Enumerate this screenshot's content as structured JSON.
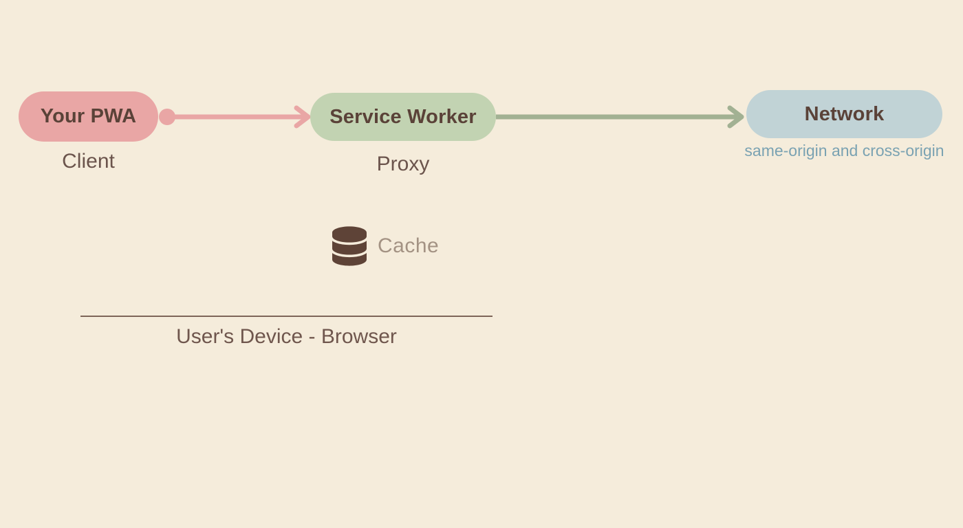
{
  "canvas": {
    "background": "#f5ecdb"
  },
  "nodes": {
    "pwa": {
      "label": "Your PWA",
      "sublabel": "Client",
      "fill": "#e9a6a5",
      "text_color": "#5a4238",
      "sublabel_color": "#6b544c"
    },
    "service_worker": {
      "label": "Service Worker",
      "sublabel": "Proxy",
      "fill": "#c2d3b2",
      "text_color": "#5a4238",
      "sublabel_color": "#6b544c"
    },
    "network": {
      "label": "Network",
      "sublabel": "same-origin and cross-origin",
      "fill": "#c1d3d6",
      "text_color": "#5a4238",
      "sublabel_color": "#7aa2b2"
    }
  },
  "arrows": {
    "pwa_to_service_worker": {
      "from": "Your PWA",
      "to": "Service Worker",
      "color": "#e9a6a5",
      "start_marker": "dot",
      "end_marker": "arrowhead"
    },
    "service_worker_to_network": {
      "from": "Service Worker",
      "to": "Network",
      "color": "#a2b193",
      "start_marker": "none",
      "end_marker": "arrowhead"
    }
  },
  "cache": {
    "label": "Cache",
    "icon": "database-icon",
    "icon_color": "#5e4337",
    "label_color": "#a39283"
  },
  "device": {
    "label": "User's Device - Browser",
    "line_color": "#7d6458",
    "label_color": "#6f564d"
  }
}
